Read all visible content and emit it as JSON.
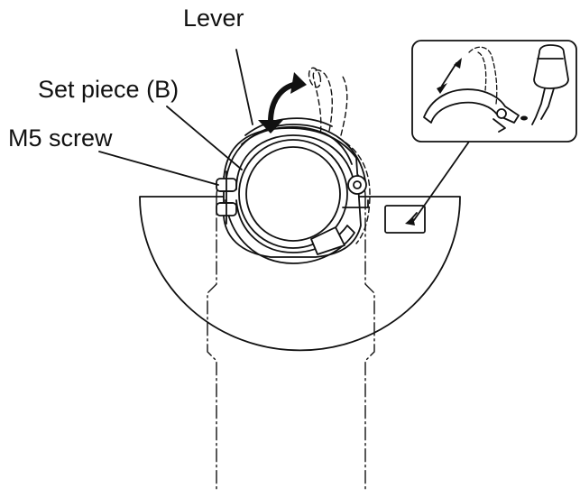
{
  "labels": {
    "lever": "Lever",
    "set_piece": "Set piece (B)",
    "m5_screw": "M5 screw"
  },
  "colors": {
    "line": "#111111",
    "background": "#ffffff"
  }
}
